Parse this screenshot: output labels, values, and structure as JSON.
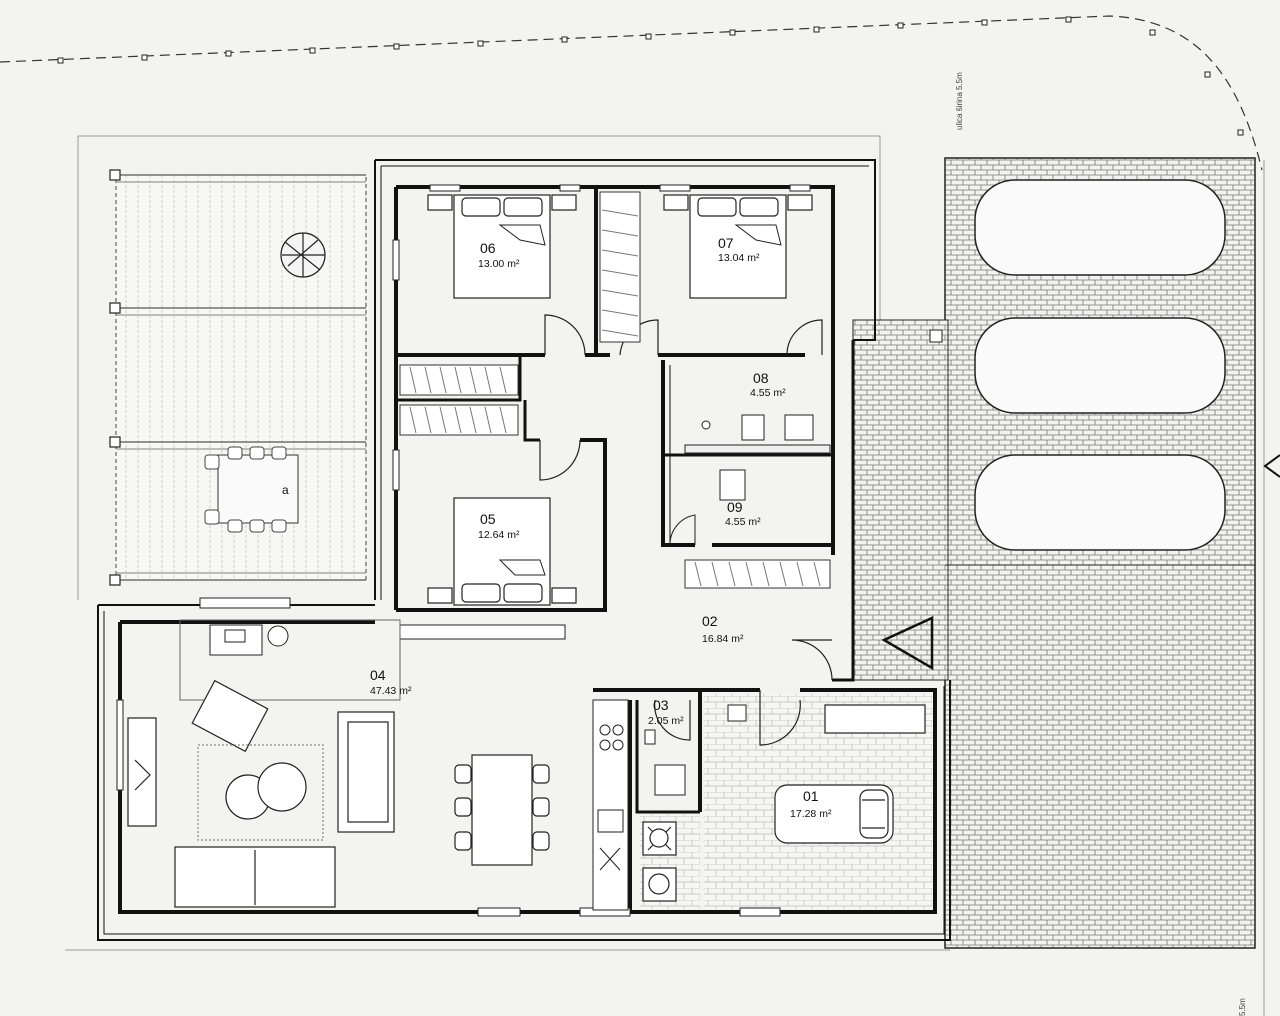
{
  "rooms": [
    {
      "id": "06",
      "area": "13.00 m²"
    },
    {
      "id": "07",
      "area": "13.04 m²"
    },
    {
      "id": "08",
      "area": "4.55 m²"
    },
    {
      "id": "09",
      "area": "4.55 m²"
    },
    {
      "id": "05",
      "area": "12.64 m²"
    },
    {
      "id": "02",
      "area": "16.84 m²"
    },
    {
      "id": "04",
      "area": "47.43 m²"
    },
    {
      "id": "03",
      "area": "2.05 m²"
    },
    {
      "id": "01",
      "area": "17.28 m²"
    }
  ],
  "terrace_label": "a",
  "street_label_top": "ulica širina 5.5m",
  "street_label_bottom": "5.5m",
  "colors": {
    "line": "#1a1a1a",
    "paper": "#f4f4f2",
    "hatch": "#bdbdbd"
  }
}
